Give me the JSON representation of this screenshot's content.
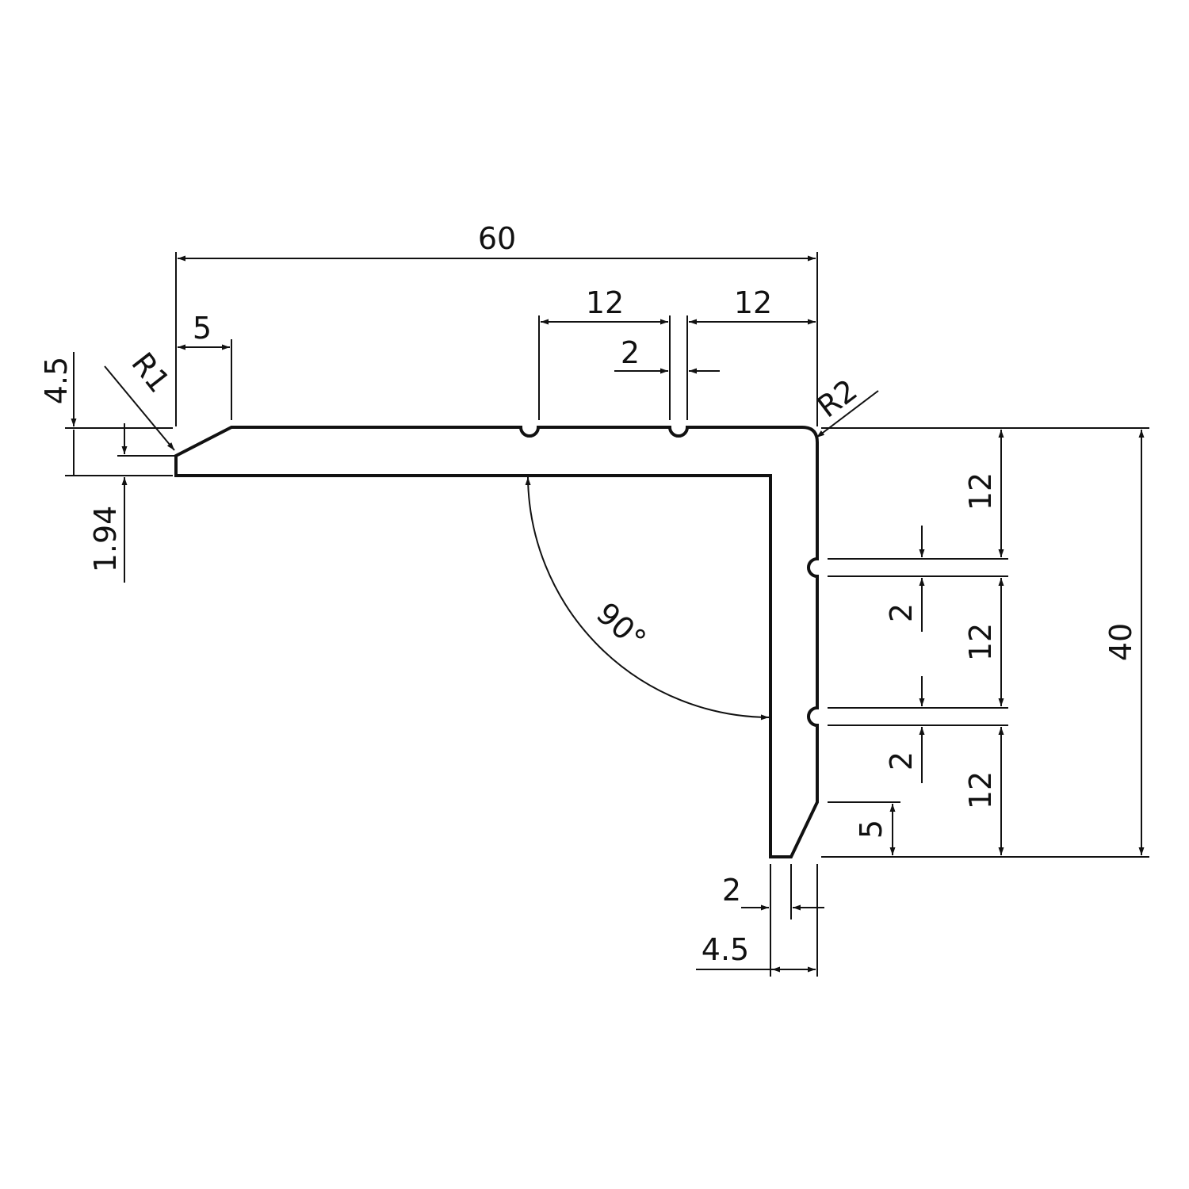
{
  "dimensions": {
    "overall_width": "60",
    "groove_spacing_top_1": "12",
    "groove_spacing_top_2": "12",
    "groove_width_top": "2",
    "chamfer_length_top": "5",
    "flange_thickness": "4.5",
    "chamfer_depth": "1.94",
    "radius_outer_tip": "R1",
    "radius_corner": "R2",
    "groove_spacing_side_1": "12",
    "groove_width_side_1": "2",
    "groove_spacing_side_2": "12",
    "groove_width_side_2": "2",
    "groove_spacing_side_3": "12",
    "chamfer_length_bottom": "5",
    "overall_height": "40",
    "tip_width_bottom": "2",
    "leg_thickness": "4.5",
    "angle": "90°"
  }
}
